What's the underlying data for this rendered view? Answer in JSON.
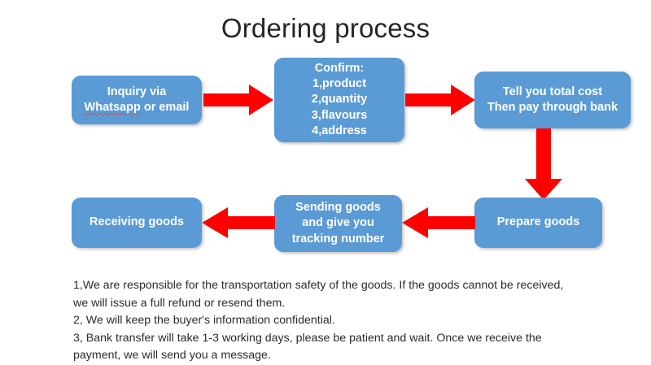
{
  "title": "Ordering process",
  "colors": {
    "box_fill": "#5B9BD5",
    "arrow_fill": "#FF0000",
    "box_text": "#FFFFFF",
    "title_text": "#262626",
    "note_text": "#2B2B2B",
    "spellcheck_underline": "#E8453C"
  },
  "nodes": {
    "inquiry": {
      "id": "inquiry",
      "lines": [
        "Inquiry via",
        "Whatsapp or email"
      ],
      "line1": "Inquiry via",
      "misspelled_word": "Whatsapp",
      "line2_rest": " or email"
    },
    "confirm": {
      "id": "confirm",
      "lines": [
        "Confirm:",
        "1,product",
        "2,quantity",
        "3,flavours",
        "4,address"
      ],
      "l0": "Confirm:",
      "l1": "1,product",
      "l2": "2,quantity",
      "l3": "3,flavours",
      "l4": "4,address"
    },
    "total_cost": {
      "id": "total-cost",
      "lines": [
        "Tell you total cost",
        "Then pay through bank"
      ],
      "l0": "Tell you total cost",
      "l1": "Then pay through bank"
    },
    "prepare": {
      "id": "prepare-goods",
      "lines": [
        "Prepare goods"
      ],
      "l0": "Prepare goods"
    },
    "sending": {
      "id": "sending-goods",
      "lines": [
        "Sending goods",
        "and give you",
        "tracking number"
      ],
      "l0": "Sending goods",
      "l1": "and give you",
      "l2": "tracking number"
    },
    "receiving": {
      "id": "receiving-goods",
      "lines": [
        "Receiving goods"
      ],
      "l0": "Receiving goods"
    }
  },
  "arrows": [
    {
      "name": "arrow-inquiry-to-confirm",
      "direction": "right"
    },
    {
      "name": "arrow-confirm-to-total-cost",
      "direction": "right"
    },
    {
      "name": "arrow-total-cost-to-prepare",
      "direction": "down"
    },
    {
      "name": "arrow-prepare-to-sending",
      "direction": "left"
    },
    {
      "name": "arrow-sending-to-receiving",
      "direction": "left"
    }
  ],
  "notes": {
    "note1_line1": "1,We are responsible for the transportation safety of the goods. If the goods cannot be received,",
    "note1_line2": "we will issue a full refund or resend them.",
    "note2": "2, We will keep the buyer's information confidential.",
    "note3_line1": "3, Bank transfer will take 1-3 working days, please be patient and wait. Once we receive the",
    "note3_line2": "payment, we will send you a message."
  }
}
